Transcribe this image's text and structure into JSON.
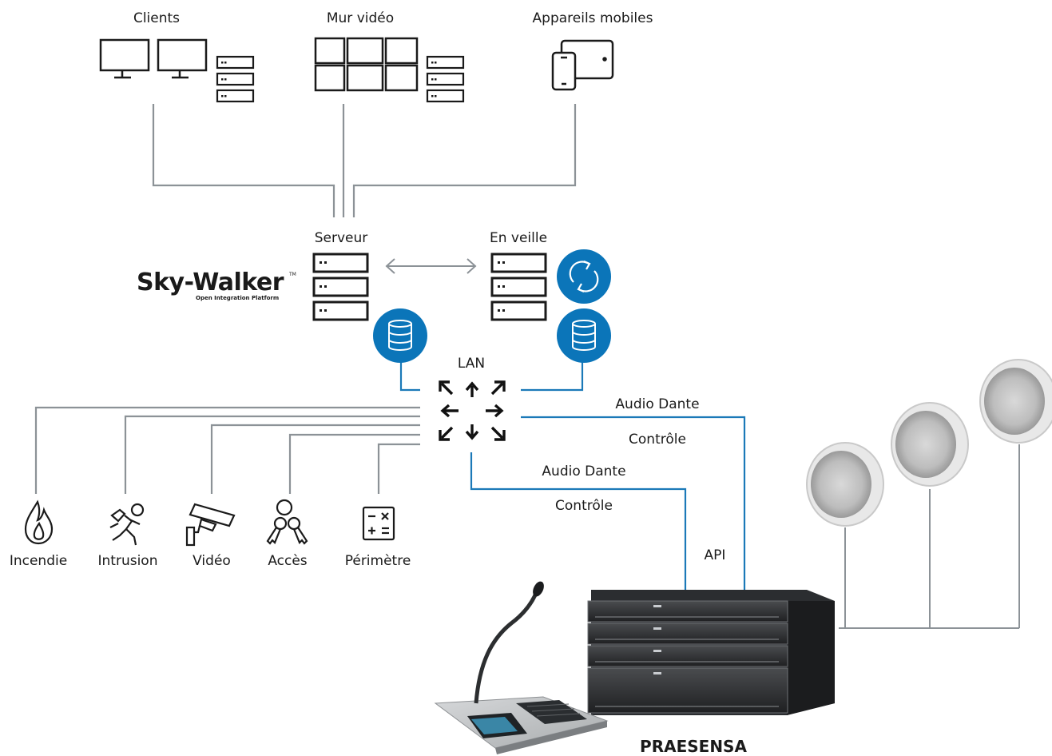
{
  "nodes": {
    "clients": "Clients",
    "video_wall": "Mur vidéo",
    "mobile_devices": "Appareils mobiles",
    "server": "Serveur",
    "standby": "En veille",
    "lan": "LAN"
  },
  "brand": {
    "name": "Sky-Walker",
    "tm": "TM",
    "subtitle": "Open Integration Platform"
  },
  "subsystems": [
    "Incendie",
    "Intrusion",
    "Vidéo",
    "Accès",
    "Périmètre"
  ],
  "links": {
    "audio_dante_1": "Audio Dante",
    "control_1": "Contrôle",
    "audio_dante_2": "Audio Dante",
    "control_2": "Contrôle",
    "api": "API"
  },
  "product": "PRAESENSA",
  "colors": {
    "gray_line": "#8c9297",
    "blue_line": "#1b79b8",
    "accent_blue": "#0b75b9",
    "dark": "#1a1a1a"
  }
}
